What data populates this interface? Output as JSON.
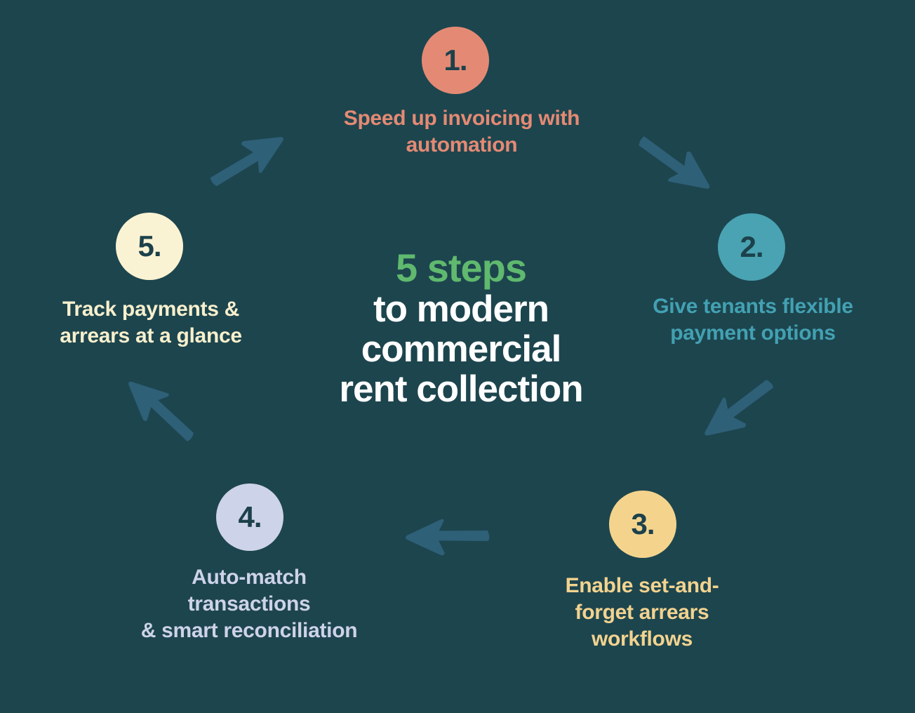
{
  "infographic": {
    "background_color": "#1d454e",
    "arrow_color": "#2e6078",
    "number_text_color": "#1c414b",
    "title": {
      "highlight": "5 steps",
      "rest": "to modern\ncommercial\nrent collection",
      "highlight_color": "#5fb96e",
      "text_color": "#ffffff"
    },
    "steps": [
      {
        "number": "1.",
        "label": "Speed up invoicing with\nautomation",
        "color": "#e48a74"
      },
      {
        "number": "2.",
        "label": "Give tenants flexible\npayment options",
        "color": "#49a3b2"
      },
      {
        "number": "3.",
        "label": "Enable set-and-\nforget arrears\nworkflows",
        "color": "#f4d48d"
      },
      {
        "number": "4.",
        "label": "Auto-match\ntransactions\n& smart reconciliation",
        "color": "#cdd3e8"
      },
      {
        "number": "5.",
        "label": "Track payments &\narrears at a glance",
        "color": "#faf3d3"
      }
    ],
    "arrows": [
      {
        "name": "arrow-step5-to-step1",
        "direction": "up-right"
      },
      {
        "name": "arrow-step1-to-step2",
        "direction": "down-right"
      },
      {
        "name": "arrow-step2-to-step3",
        "direction": "down-left"
      },
      {
        "name": "arrow-step3-to-step4",
        "direction": "left"
      },
      {
        "name": "arrow-step4-to-step5",
        "direction": "up-left"
      }
    ]
  }
}
